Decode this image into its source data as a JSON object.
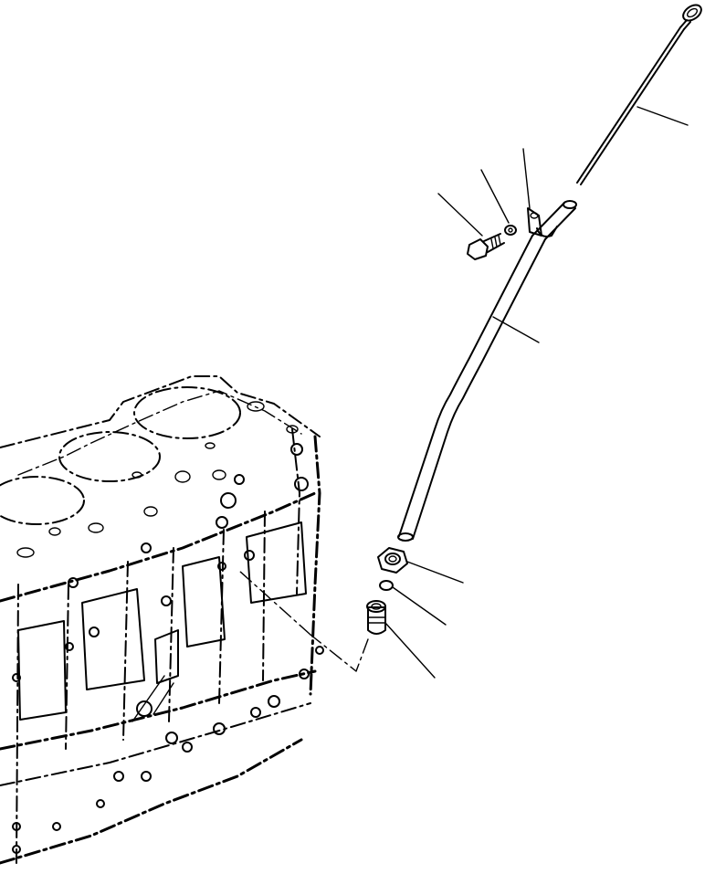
{
  "diagram": {
    "ink_color": "#000000",
    "background": "#ffffff",
    "parts": [
      {
        "id": "dipstick-gauge"
      },
      {
        "id": "dipstick-guide-tube"
      },
      {
        "id": "mounting-bolt"
      },
      {
        "id": "washer"
      },
      {
        "id": "mounting-bracket"
      },
      {
        "id": "tube-nut"
      },
      {
        "id": "o-ring"
      },
      {
        "id": "tube-connector"
      }
    ]
  }
}
